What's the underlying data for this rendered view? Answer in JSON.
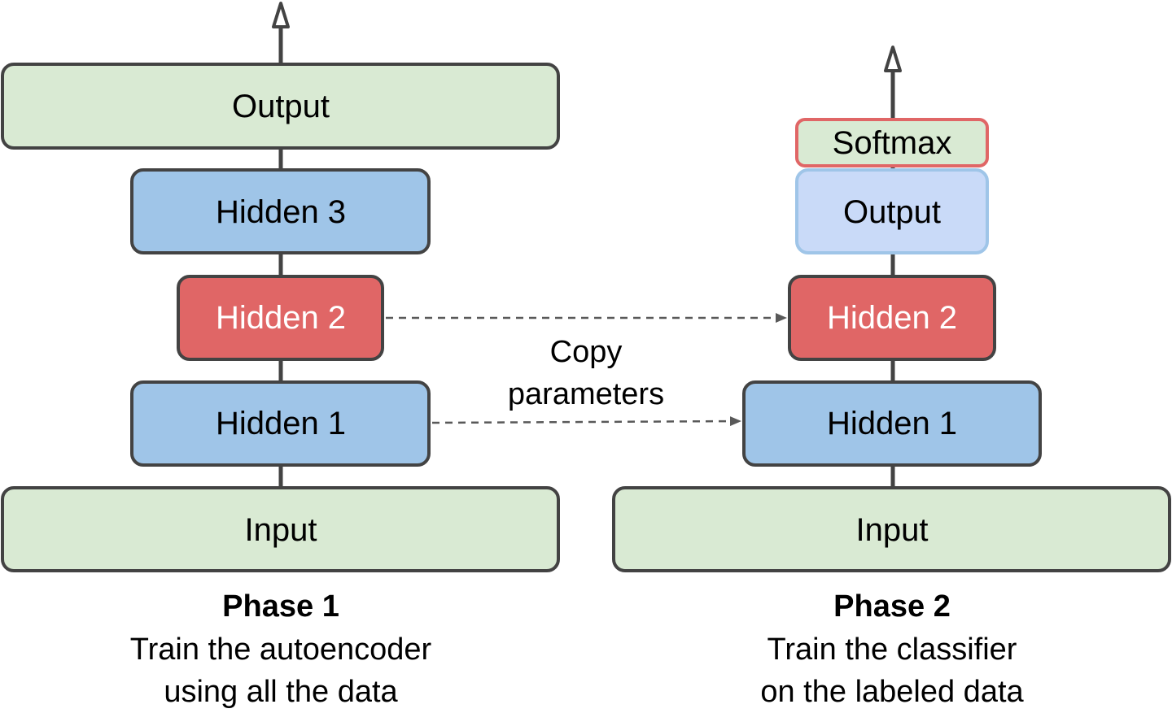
{
  "colors": {
    "input_output_fill": "#d9ead3",
    "hidden_fill": "#9fc5e8",
    "highlight_fill": "#e06666",
    "new_output_fill": "#c9daf8",
    "outline": "#434343"
  },
  "phase1": {
    "layers": {
      "output": "Output",
      "hidden3": "Hidden 3",
      "hidden2": "Hidden 2",
      "hidden1": "Hidden 1",
      "input": "Input"
    },
    "title": "Phase 1",
    "line1": "Train the autoencoder",
    "line2": "using all the data"
  },
  "phase2": {
    "layers": {
      "softmax": "Softmax",
      "output": "Output",
      "hidden2": "Hidden 2",
      "hidden1": "Hidden 1",
      "input": "Input"
    },
    "title": "Phase 2",
    "line1": "Train the classifier",
    "line2": "on the labeled data"
  },
  "copy_label": {
    "line1": "Copy",
    "line2": "parameters"
  }
}
